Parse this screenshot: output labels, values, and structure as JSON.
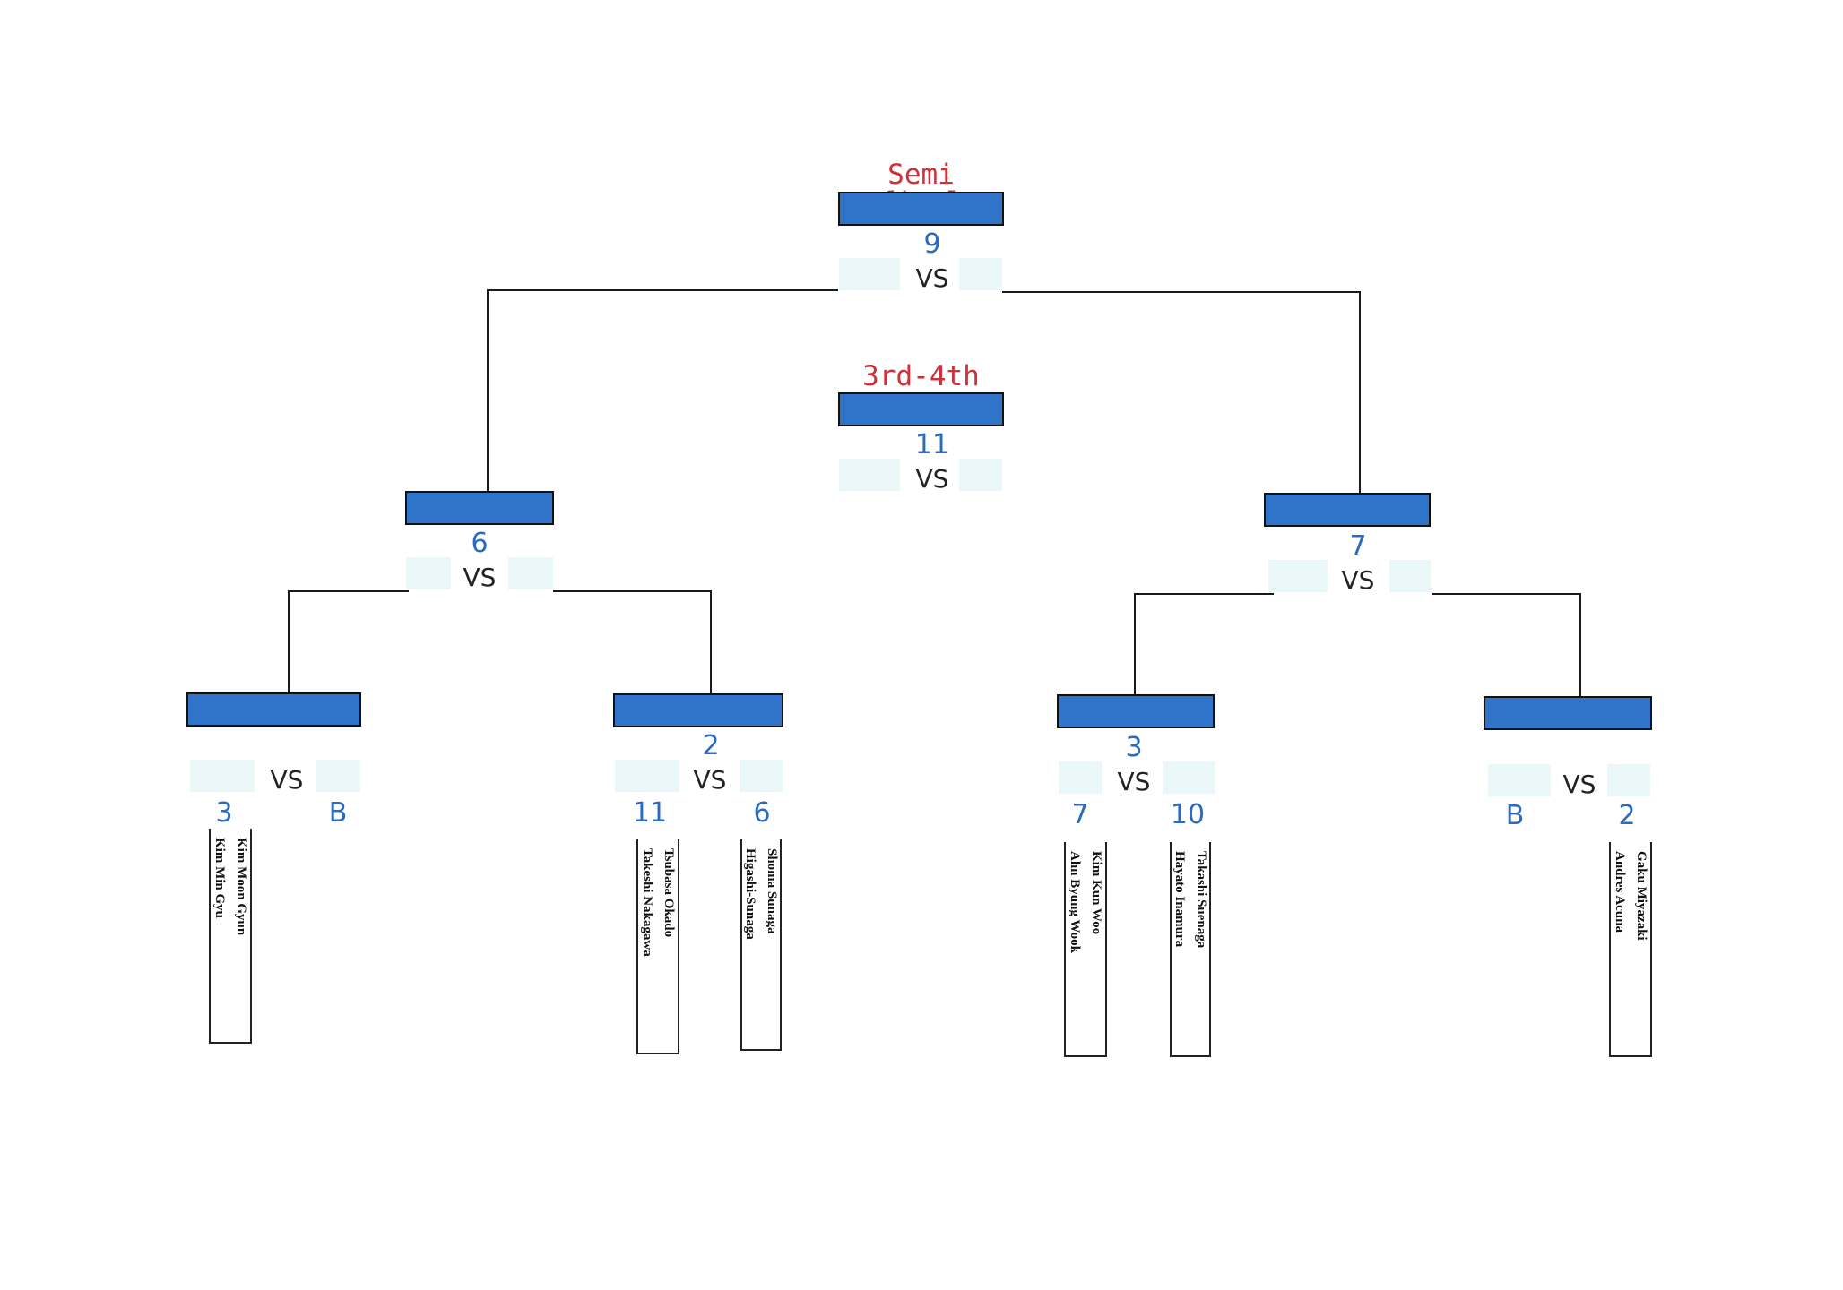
{
  "final": {
    "label": "Semi final",
    "match": "9",
    "vs": "VS"
  },
  "third": {
    "label": "3rd-4th",
    "match": "11",
    "vs": "VS"
  },
  "semis": [
    {
      "match": "6",
      "vs": "VS"
    },
    {
      "match": "7",
      "vs": "VS"
    }
  ],
  "quarters": [
    {
      "match": "",
      "vs": "VS",
      "left_seed": "3",
      "right_seed": "B"
    },
    {
      "match": "2",
      "vs": "VS",
      "left_seed": "11",
      "right_seed": "6"
    },
    {
      "match": "3",
      "vs": "VS",
      "left_seed": "7",
      "right_seed": "10"
    },
    {
      "match": "",
      "vs": "VS",
      "left_seed": "B",
      "right_seed": "2"
    }
  ],
  "teams": [
    {
      "players": [
        "Kim Moon Gyun",
        "Kim Min Gyu"
      ]
    },
    {
      "players": [
        "Tsubasa Okado",
        "Takeshi Nakagawa"
      ]
    },
    {
      "players": [
        "Shoma Sunaga",
        "Higashi-Sunaga"
      ]
    },
    {
      "players": [
        "Kim Kun Woo",
        "Ahn Byung Wook"
      ]
    },
    {
      "players": [
        "Takashi Suenaga",
        "Hayato Inamura"
      ]
    },
    {
      "players": [
        "Gaku Miyazaki",
        "Andres Acuna"
      ]
    }
  ],
  "colors": {
    "bar": "#2f74c8",
    "number": "#2a6bbf",
    "label": "#d0303a",
    "cell": "#e9f7f8"
  }
}
